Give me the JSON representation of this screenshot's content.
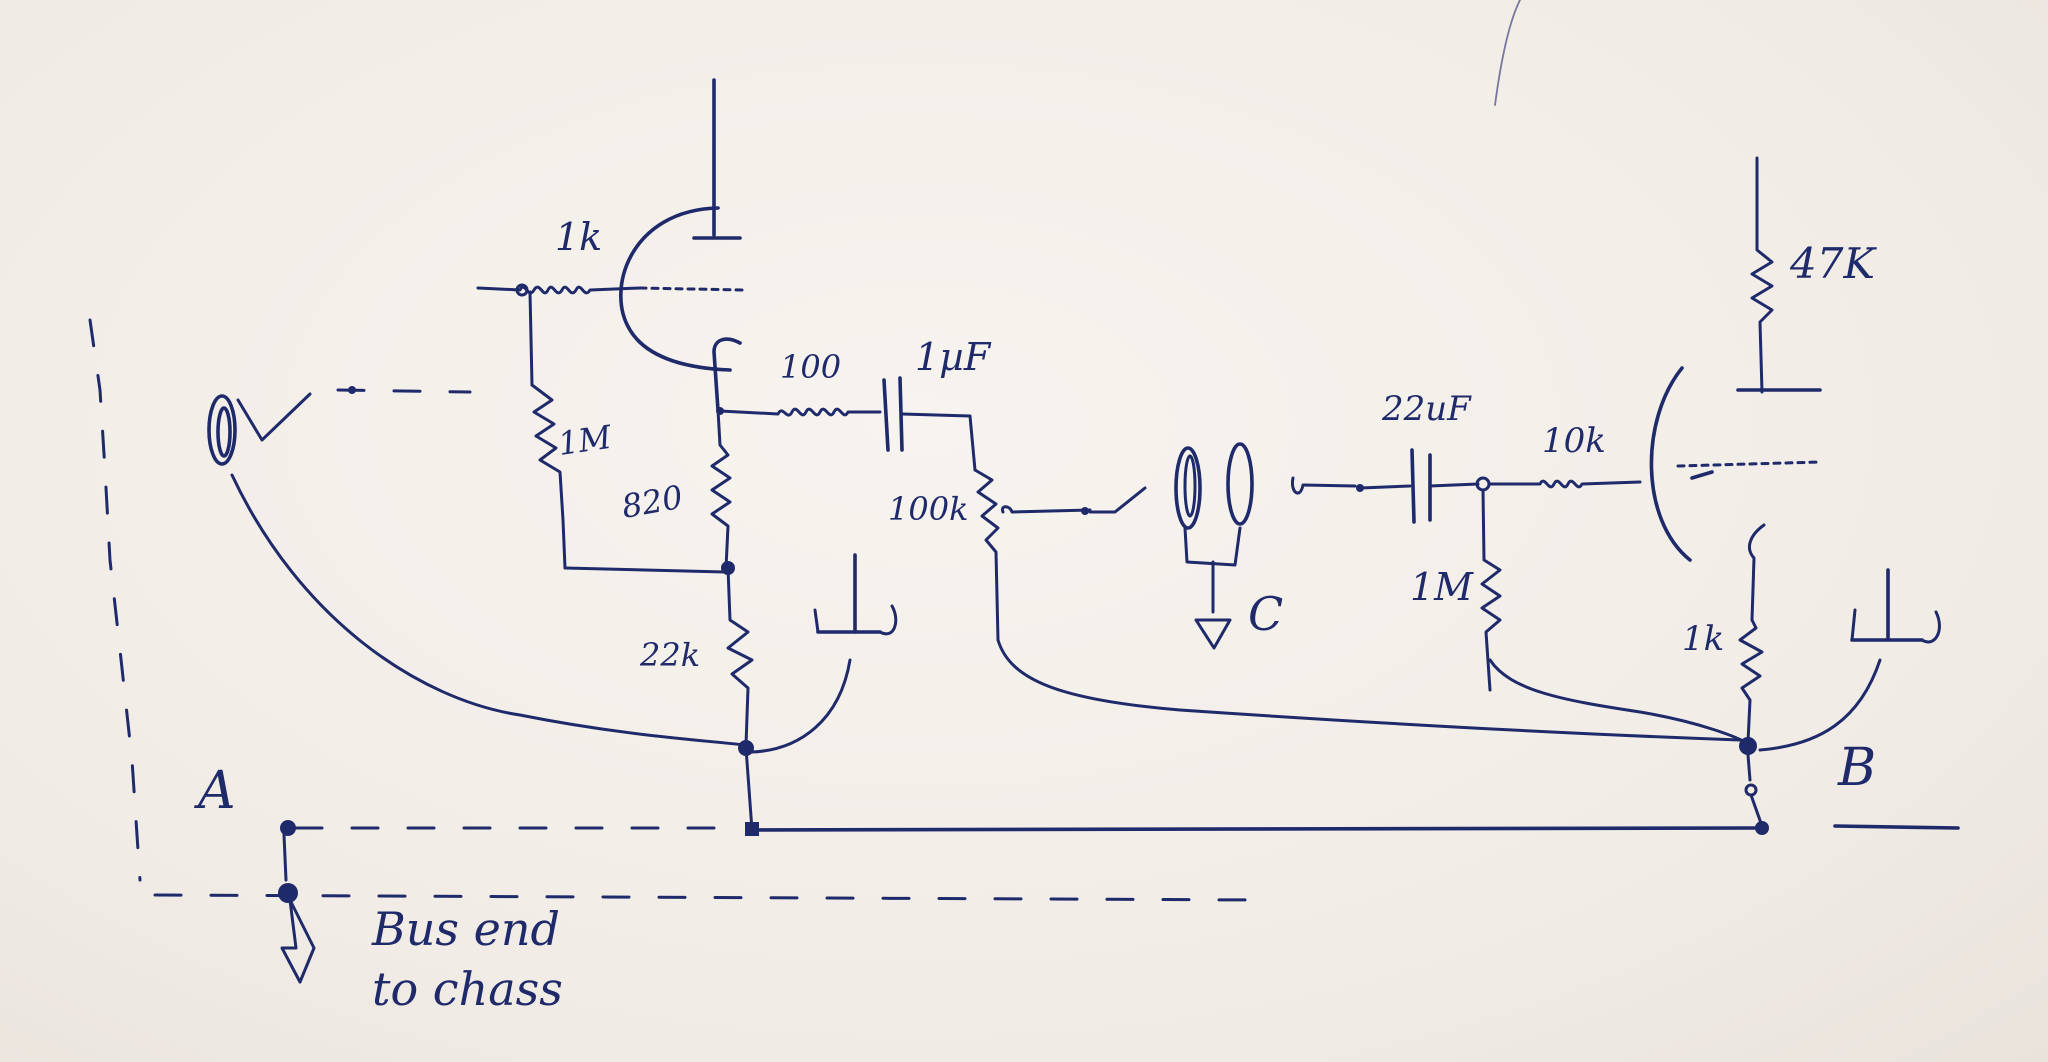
{
  "labels": {
    "r_grid_1k": "1k",
    "r_grid_1m": "1M",
    "r_cathode_820": "820",
    "r_100": "100",
    "c_1uf": "1µF",
    "pot_100k": "100k",
    "r_22k": "22k",
    "node_a": "A",
    "node_b": "B",
    "node_c": "C",
    "c_22uf": "22uF",
    "r_10k": "10k",
    "r_1m_2": "1M",
    "r_47k": "47K",
    "r_1k_2": "1k",
    "bus_note_line1": "Bus end",
    "bus_note_line2": "to chass"
  },
  "colors": {
    "ink": "#1f2a6b",
    "paper": "#f3efe9"
  }
}
